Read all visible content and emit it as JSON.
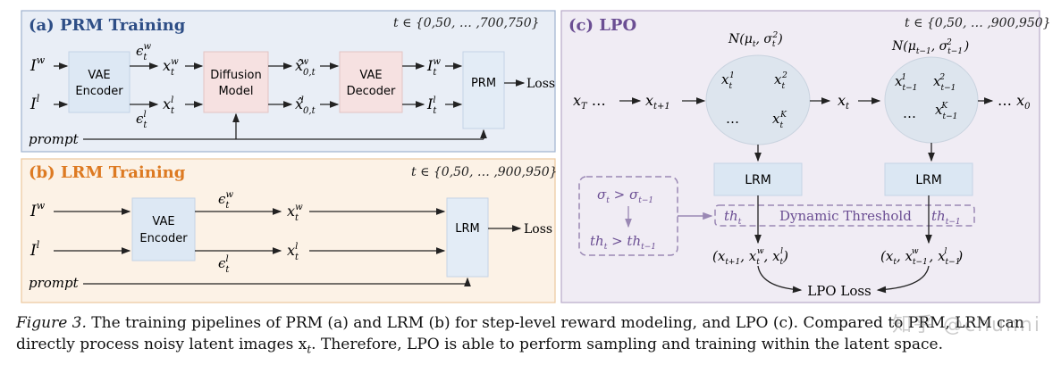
{
  "panels": {
    "prm": {
      "title": "(a) PRM Training",
      "timesteps": "t ∈ {0,50, … ,700,750}",
      "vae_encoder": [
        "VAE",
        "Encoder"
      ],
      "diffusion_model": [
        "Diffusion",
        "Model"
      ],
      "vae_decoder": [
        "VAE",
        "Decoder"
      ],
      "prm": "PRM",
      "loss": "Loss",
      "prompt": "prompt"
    },
    "lrm": {
      "title": "(b) LRM Training",
      "timesteps": "t ∈ {0,50, … ,900,950}",
      "vae_encoder": [
        "VAE",
        "Encoder"
      ],
      "lrm": "LRM",
      "loss": "Loss",
      "prompt": "prompt"
    },
    "lpo": {
      "title": "(c) LPO",
      "timesteps": "t ∈ {0,50, … ,900,950}",
      "lrm": "LRM",
      "dynamic_threshold": "Dynamic Threshold",
      "lpo_loss": "LPO Loss",
      "ellipsis": "…"
    }
  },
  "caption": {
    "label": "Figure 3.",
    "line1": " The training pipelines of PRM (a) and LRM (b) for step-level reward modeling, and LPO (c). Compared to PRM, LRM can",
    "line2": "directly process noisy latent images x",
    "line2_sub": "t",
    "line2_end": ". Therefore, LPO is able to perform sampling and training within the latent space."
  },
  "watermark": "知乎 @chunni",
  "colors": {
    "prm_bg": "#e9eef6",
    "prm_border": "#9fb2cf",
    "prm_title": "#2e4e86",
    "lrm_bg": "#fcf2e6",
    "lrm_border": "#ecc79c",
    "lrm_title": "#dd7a22",
    "lpo_bg": "#f0ecf4",
    "lpo_border": "#b8a9c9",
    "lpo_title": "#6b4e93",
    "vae_box": "#dde8f4",
    "diffusion_box": "#f6e1e1",
    "reward_box": "#e3ecf6",
    "circle": "#dde5ee",
    "threshold": "#9a88b4"
  }
}
